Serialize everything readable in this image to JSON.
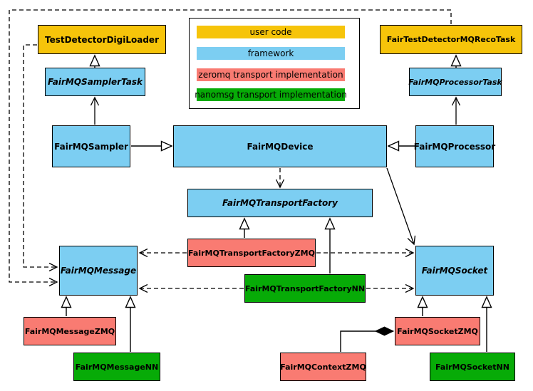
{
  "diagram": {
    "subject": "FairMQ class diagram",
    "colors": {
      "user_code": "#F6C40A",
      "framework": "#7CCEF2",
      "zeromq_impl": "#F97B72",
      "nanomsg_impl": "#07AB07",
      "line": "#000000",
      "background": "#FFFFFF"
    }
  },
  "legend": {
    "items": [
      {
        "label": "user code",
        "color": "#F6C40A"
      },
      {
        "label": "framework",
        "color": "#7CCEF2"
      },
      {
        "label": "zeromq transport implementation",
        "color": "#F97B72"
      },
      {
        "label": "nanomsg transport implementation",
        "color": "#07AB07"
      }
    ]
  },
  "classes": {
    "testDetectorDigiLoader": {
      "label": "TestDetectorDigiLoader",
      "category": "user code",
      "abstract": false
    },
    "fairTestDetectorMQRecoTask": {
      "label": "FairTestDetectorMQRecoTask",
      "category": "user code",
      "abstract": false
    },
    "fairMQSamplerTask": {
      "label": "FairMQSamplerTask",
      "category": "framework",
      "abstract": true
    },
    "fairMQProcessorTask": {
      "label": "FairMQProcessorTask",
      "category": "framework",
      "abstract": true
    },
    "fairMQSampler": {
      "label": "FairMQSampler",
      "category": "framework",
      "abstract": false
    },
    "fairMQDevice": {
      "label": "FairMQDevice",
      "category": "framework",
      "abstract": false
    },
    "fairMQProcessor": {
      "label": "FairMQProcessor",
      "category": "framework",
      "abstract": false
    },
    "fairMQTransportFactory": {
      "label": "FairMQTransportFactory",
      "category": "framework",
      "abstract": true
    },
    "fairMQTransportFactoryZMQ": {
      "label": "FairMQTransportFactoryZMQ",
      "category": "zeromq transport implementation",
      "abstract": false
    },
    "fairMQTransportFactoryNN": {
      "label": "FairMQTransportFactoryNN",
      "category": "nanomsg transport implementation",
      "abstract": false
    },
    "fairMQMessage": {
      "label": "FairMQMessage",
      "category": "framework",
      "abstract": true
    },
    "fairMQSocket": {
      "label": "FairMQSocket",
      "category": "framework",
      "abstract": true
    },
    "fairMQMessageZMQ": {
      "label": "FairMQMessageZMQ",
      "category": "zeromq transport implementation",
      "abstract": false
    },
    "fairMQMessageNN": {
      "label": "FairMQMessageNN",
      "category": "nanomsg transport implementation",
      "abstract": false
    },
    "fairMQSocketZMQ": {
      "label": "FairMQSocketZMQ",
      "category": "zeromq transport implementation",
      "abstract": false
    },
    "fairMQContextZMQ": {
      "label": "FairMQContextZMQ",
      "category": "zeromq transport implementation",
      "abstract": false
    },
    "fairMQSocketNN": {
      "label": "FairMQSocketNN",
      "category": "nanomsg transport implementation",
      "abstract": false
    }
  },
  "relationships": [
    {
      "from": "FairMQSamplerTask",
      "to": "TestDetectorDigiLoader",
      "type": "generalization"
    },
    {
      "from": "FairMQProcessorTask",
      "to": "FairTestDetectorMQRecoTask",
      "type": "generalization"
    },
    {
      "from": "FairMQSampler",
      "to": "FairMQSamplerTask",
      "type": "association-arrow"
    },
    {
      "from": "FairMQProcessor",
      "to": "FairMQProcessorTask",
      "type": "association-arrow"
    },
    {
      "from": "FairMQSampler",
      "to": "FairMQDevice",
      "type": "generalization"
    },
    {
      "from": "FairMQProcessor",
      "to": "FairMQDevice",
      "type": "generalization"
    },
    {
      "from": "FairMQDevice",
      "to": "FairMQTransportFactory",
      "type": "dashed-dependency"
    },
    {
      "from": "FairMQDevice",
      "to": "FairMQSocket",
      "type": "association-arrow"
    },
    {
      "from": "FairMQTransportFactoryZMQ",
      "to": "FairMQTransportFactory",
      "type": "generalization"
    },
    {
      "from": "FairMQTransportFactoryNN",
      "to": "FairMQTransportFactory",
      "type": "generalization"
    },
    {
      "from": "FairMQTransportFactoryZMQ",
      "to": "FairMQMessage",
      "type": "dashed-dependency"
    },
    {
      "from": "FairMQTransportFactoryZMQ",
      "to": "FairMQSocket",
      "type": "dashed-dependency"
    },
    {
      "from": "FairMQTransportFactoryNN",
      "to": "FairMQMessage",
      "type": "dashed-dependency"
    },
    {
      "from": "FairMQTransportFactoryNN",
      "to": "FairMQSocket",
      "type": "dashed-dependency"
    },
    {
      "from": "TestDetectorDigiLoader",
      "to": "FairMQMessage",
      "type": "dashed-dependency"
    },
    {
      "from": "FairTestDetectorMQRecoTask",
      "to": "FairMQMessage",
      "type": "dashed-dependency"
    },
    {
      "from": "FairMQMessageZMQ",
      "to": "FairMQMessage",
      "type": "generalization"
    },
    {
      "from": "FairMQMessageNN",
      "to": "FairMQMessage",
      "type": "generalization"
    },
    {
      "from": "FairMQSocketZMQ",
      "to": "FairMQSocket",
      "type": "generalization"
    },
    {
      "from": "FairMQSocketNN",
      "to": "FairMQSocket",
      "type": "generalization"
    },
    {
      "from": "FairMQContextZMQ",
      "to": "FairMQSocketZMQ",
      "type": "composition"
    }
  ]
}
